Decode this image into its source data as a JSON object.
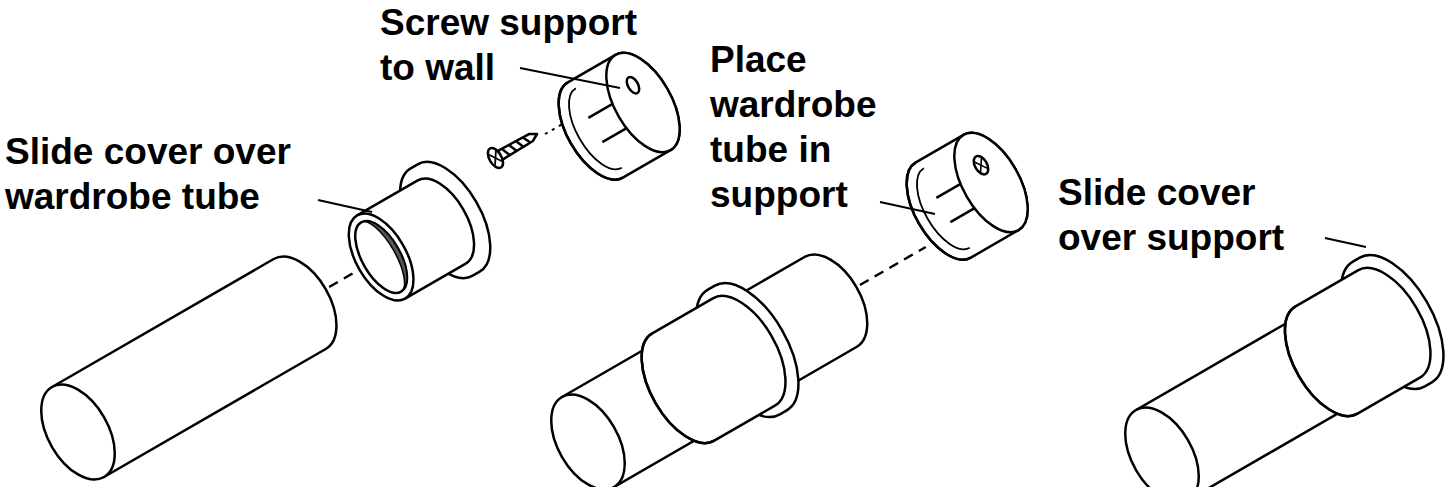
{
  "diagram": {
    "labels": [
      "Screw support to wall",
      "Slide cover over wardrobe tube",
      "Place wardrobe tube in support",
      "Slide cover over support"
    ]
  }
}
